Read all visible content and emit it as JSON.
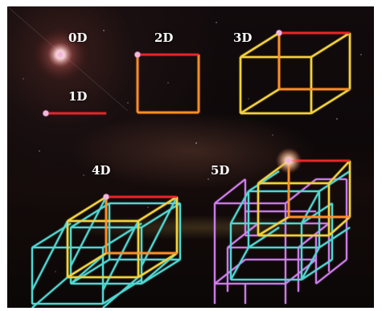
{
  "labels": {
    "d0": "0D",
    "d1": "1D",
    "d2": "2D",
    "d3": "3D",
    "d4": "4D",
    "d5": "5D"
  },
  "colors": {
    "dimension_1": "#e8262a",
    "dimension_2": "#ff8f28",
    "dimension_3": "#f2d23a",
    "dimension_4": "#4fd7d2",
    "dimension_5": "#d27ff0",
    "point": "#f4b6df"
  }
}
